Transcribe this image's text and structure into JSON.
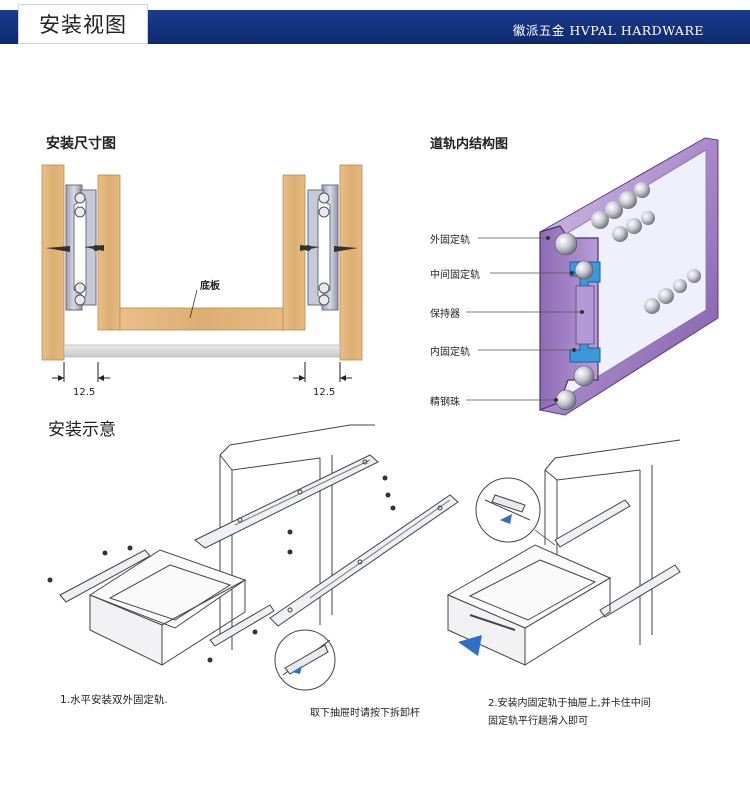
{
  "header": {
    "title": "安装视图",
    "brand": "徽派五金 HVPAL HARDWARE"
  },
  "dimension_section": {
    "title": "安装尺寸图",
    "bottom_board_label": "底板",
    "left_gap": "12.5",
    "right_gap": "12.5"
  },
  "structure_section": {
    "title": "道轨内结构图",
    "parts": [
      "外固定轨",
      "中间固定轨",
      "保持器",
      "内固定轨",
      "精钢珠"
    ]
  },
  "install_section": {
    "title": "安装示意",
    "step1": "1.水平安装双外固定轨.",
    "release_note": "取下抽屉时请按下拆卸杆",
    "step2_line1": "2.安装内固定轨于抽屉上,并卡住中间",
    "step2_line2": "固定轨平行趟滑入即可"
  },
  "colors": {
    "header_blue": "#1a3c8e",
    "wood": "#e0b277",
    "rail_purple": "#a788c6",
    "rail_blue": "#3a9ad9"
  }
}
